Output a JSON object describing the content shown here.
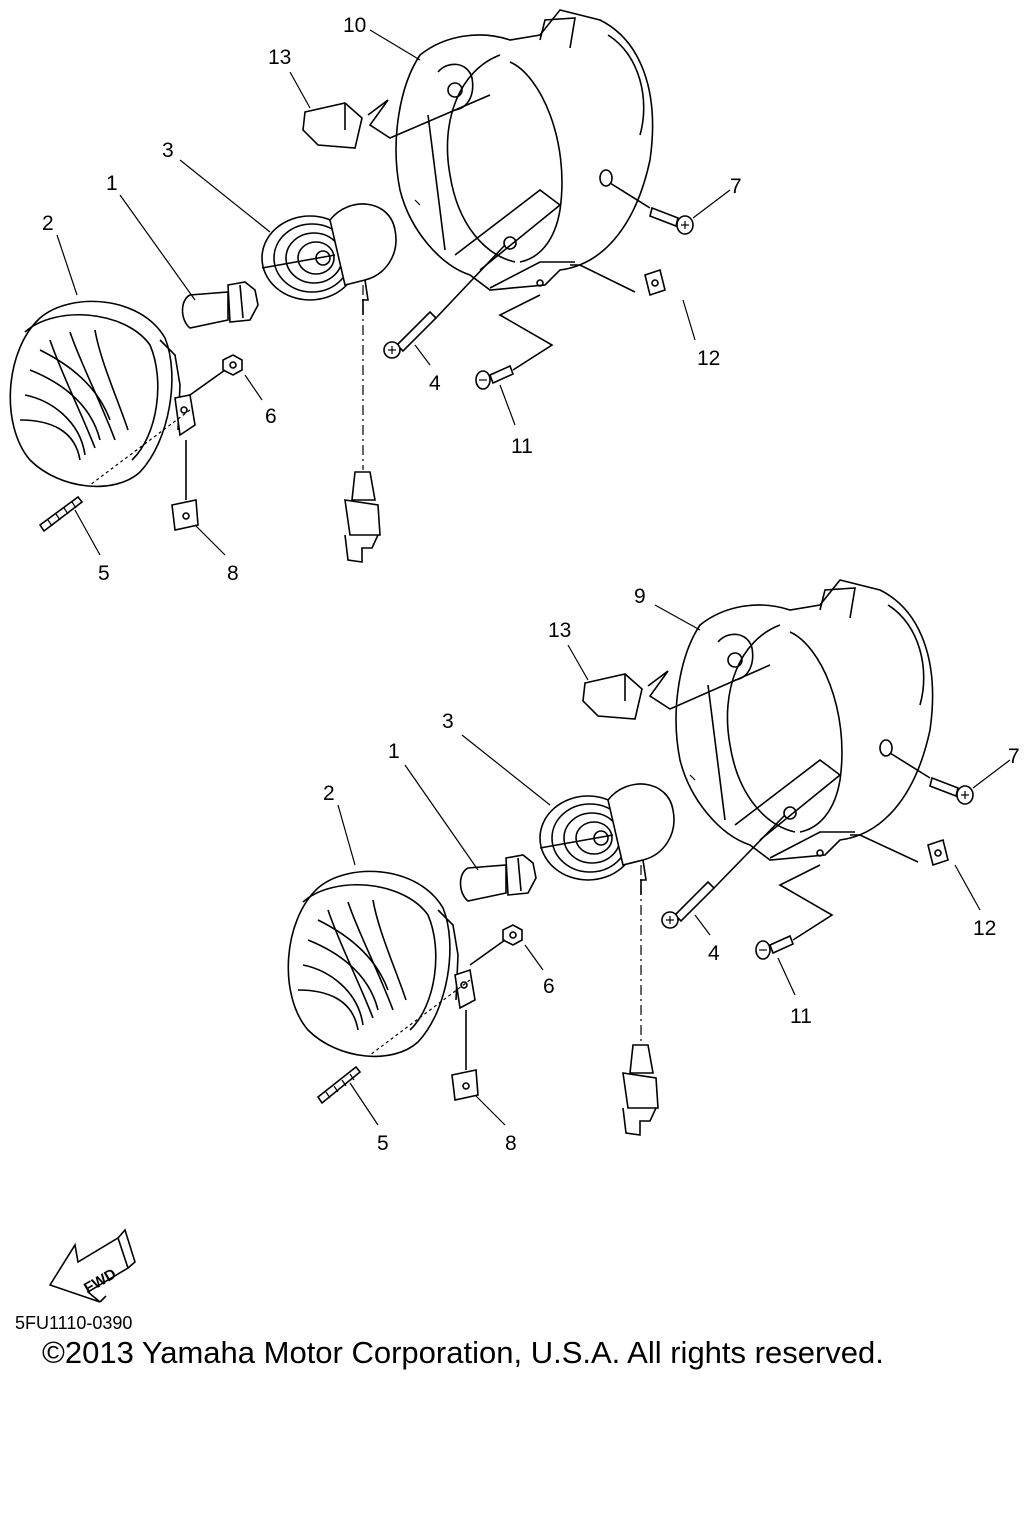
{
  "diagram": {
    "upper_assembly": {
      "labels": {
        "p1": "1",
        "p2": "2",
        "p3": "3",
        "p4": "4",
        "p5": "5",
        "p6": "6",
        "p7": "7",
        "p8": "8",
        "p10": "10",
        "p11": "11",
        "p12": "12",
        "p13": "13"
      }
    },
    "lower_assembly": {
      "labels": {
        "p1": "1",
        "p2": "2",
        "p3": "3",
        "p4": "4",
        "p5": "5",
        "p6": "6",
        "p7": "7",
        "p8": "8",
        "p9": "9",
        "p11": "11",
        "p12": "12",
        "p13": "13"
      }
    },
    "fwd_arrow": {
      "text": "FWD"
    },
    "diagram_code": "5FU1110-0390",
    "copyright": "©2013 Yamaha Motor Corporation, U.S.A. All rights reserved."
  }
}
